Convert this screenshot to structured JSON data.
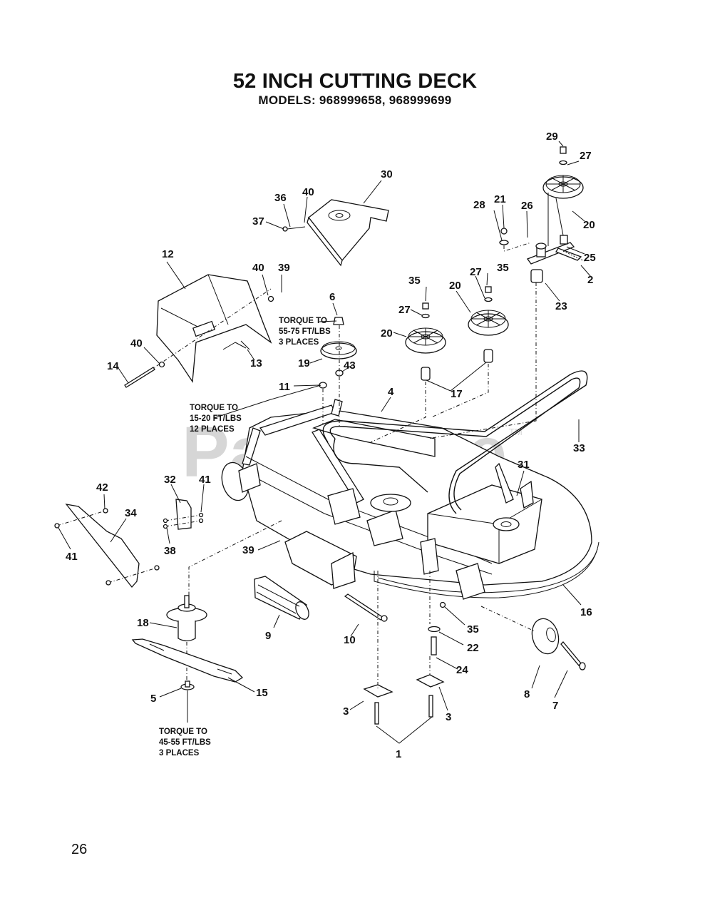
{
  "header": {
    "title": "52 INCH CUTTING DECK",
    "subtitle": "MODELS: 968999658, 968999699"
  },
  "watermark": {
    "text": "PartsTree",
    "tm": "TM"
  },
  "page_number": "26",
  "torque_notes": [
    {
      "lines": [
        "TORQUE TO",
        "55-75 FT/LBS",
        "3 PLACES"
      ]
    },
    {
      "lines": [
        "TORQUE TO",
        "15-20 FT/LBS",
        "12 PLACES"
      ]
    },
    {
      "lines": [
        "TORQUE TO",
        "45-55 FT/LBS",
        "3 PLACES"
      ]
    }
  ],
  "callouts": [
    {
      "id": "c29",
      "label": "29"
    },
    {
      "id": "c27a",
      "label": "27"
    },
    {
      "id": "c21",
      "label": "21"
    },
    {
      "id": "c28",
      "label": "28"
    },
    {
      "id": "c26",
      "label": "26"
    },
    {
      "id": "c20a",
      "label": "20"
    },
    {
      "id": "c25",
      "label": "25"
    },
    {
      "id": "c2",
      "label": "2"
    },
    {
      "id": "c23",
      "label": "23"
    },
    {
      "id": "c30",
      "label": "30"
    },
    {
      "id": "c36",
      "label": "36"
    },
    {
      "id": "c40a",
      "label": "40"
    },
    {
      "id": "c37",
      "label": "37"
    },
    {
      "id": "c12",
      "label": "12"
    },
    {
      "id": "c40b",
      "label": "40"
    },
    {
      "id": "c39a",
      "label": "39"
    },
    {
      "id": "c6",
      "label": "6"
    },
    {
      "id": "c35a",
      "label": "35"
    },
    {
      "id": "c27b",
      "label": "27"
    },
    {
      "id": "c35b",
      "label": "35"
    },
    {
      "id": "c27c",
      "label": "27"
    },
    {
      "id": "c20b",
      "label": "20"
    },
    {
      "id": "c20c",
      "label": "20"
    },
    {
      "id": "c40c",
      "label": "40"
    },
    {
      "id": "c14",
      "label": "14"
    },
    {
      "id": "c13",
      "label": "13"
    },
    {
      "id": "c19",
      "label": "19"
    },
    {
      "id": "c43",
      "label": "43"
    },
    {
      "id": "c17",
      "label": "17"
    },
    {
      "id": "c11",
      "label": "11"
    },
    {
      "id": "c4",
      "label": "4"
    },
    {
      "id": "c33",
      "label": "33"
    },
    {
      "id": "c31",
      "label": "31"
    },
    {
      "id": "c32",
      "label": "32"
    },
    {
      "id": "c41a",
      "label": "41"
    },
    {
      "id": "c42",
      "label": "42"
    },
    {
      "id": "c34",
      "label": "34"
    },
    {
      "id": "c38",
      "label": "38"
    },
    {
      "id": "c41b",
      "label": "41"
    },
    {
      "id": "c39b",
      "label": "39"
    },
    {
      "id": "c16",
      "label": "16"
    },
    {
      "id": "c9",
      "label": "9"
    },
    {
      "id": "c18",
      "label": "18"
    },
    {
      "id": "c10",
      "label": "10"
    },
    {
      "id": "c35c",
      "label": "35"
    },
    {
      "id": "c22",
      "label": "22"
    },
    {
      "id": "c24",
      "label": "24"
    },
    {
      "id": "c8",
      "label": "8"
    },
    {
      "id": "c7",
      "label": "7"
    },
    {
      "id": "c15",
      "label": "15"
    },
    {
      "id": "c5",
      "label": "5"
    },
    {
      "id": "c3a",
      "label": "3"
    },
    {
      "id": "c3b",
      "label": "3"
    },
    {
      "id": "c1",
      "label": "1"
    }
  ]
}
